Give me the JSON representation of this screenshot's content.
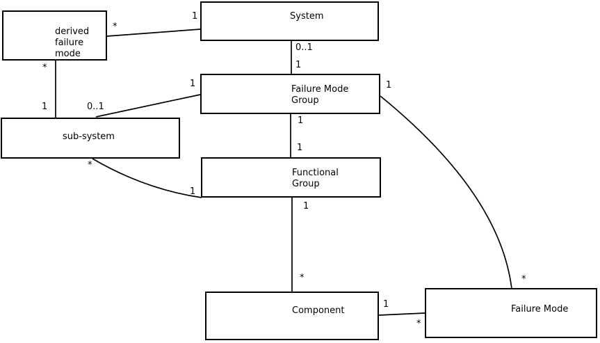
{
  "diagram": {
    "type": "uml-class-diagram",
    "colors": {
      "background": "#ffffff",
      "line": "#000000",
      "text": "#000000"
    },
    "nodes": {
      "derived_failure_mode": {
        "label": "derived\nfailure\nmode"
      },
      "system": {
        "label": "System"
      },
      "failure_mode_group": {
        "label": "Failure Mode\nGroup"
      },
      "sub_system": {
        "label": "sub-system"
      },
      "functional_group": {
        "label": "Functional\nGroup"
      },
      "component": {
        "label": "Component"
      },
      "failure_mode": {
        "label": "Failure Mode"
      }
    },
    "edges": [
      {
        "from": "derived_failure_mode",
        "to": "system",
        "from_label": "*",
        "to_label": "1"
      },
      {
        "from": "derived_failure_mode",
        "to": "sub_system",
        "from_label": "*",
        "to_label": "1"
      },
      {
        "from": "sub_system",
        "to": "failure_mode_group",
        "from_label": "0..1",
        "to_label": "1"
      },
      {
        "from": "system",
        "to": "failure_mode_group",
        "from_label": "0..1",
        "to_label": "1"
      },
      {
        "from": "failure_mode_group",
        "to": "functional_group",
        "from_label": "1",
        "to_label": "1"
      },
      {
        "from": "functional_group",
        "to": "component",
        "from_label": "1",
        "to_label": "*"
      },
      {
        "from": "sub_system",
        "to": "functional_group",
        "from_label": "*",
        "to_label": "1"
      },
      {
        "from": "failure_mode_group",
        "to": "failure_mode",
        "from_label": "1",
        "to_label": "*"
      },
      {
        "from": "component",
        "to": "failure_mode",
        "from_label": "1",
        "to_label": "*"
      }
    ]
  }
}
